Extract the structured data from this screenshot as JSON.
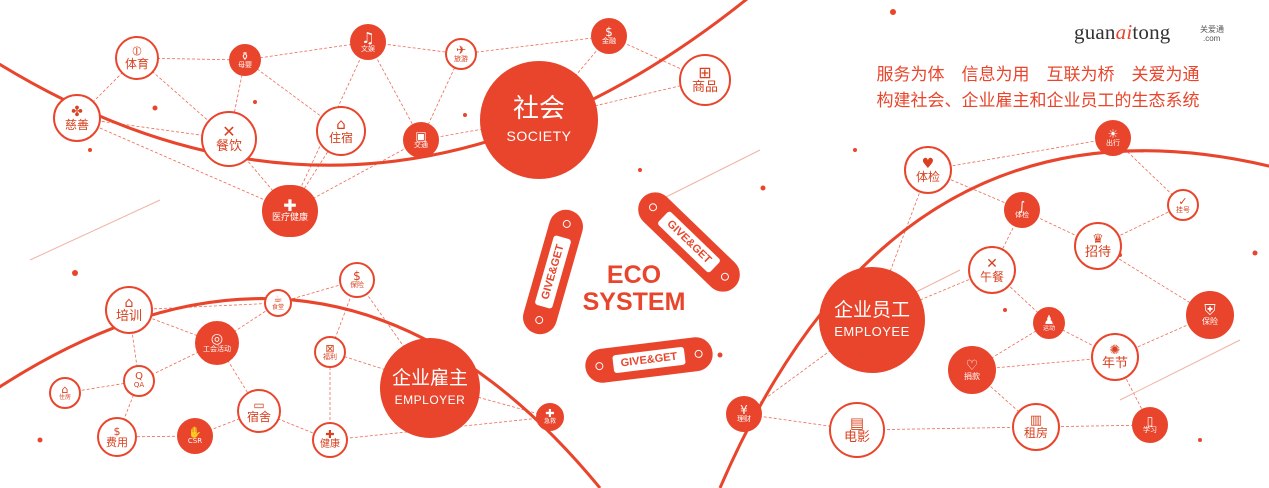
{
  "brand": {
    "name_left": "guan",
    "name_accent": "ai",
    "name_right": "tong",
    "cn": "关爱通",
    "com": ".com",
    "accent_color": "#e8452c"
  },
  "slogan": {
    "line1": "服务为体　信息为用　互联为桥　关爱为通",
    "line2": "构建社会、企业雇主和企业员工的生态系统"
  },
  "center": {
    "eco_line1": "ECO",
    "eco_line2": "SYSTEM",
    "capsules": [
      "GIVE&GET",
      "GIVE&GET",
      "GIVE&GET"
    ]
  },
  "society": {
    "hub_cn": "社会",
    "hub_en": "SOCIETY",
    "nodes": [
      {
        "label": "体育",
        "icon": "ping-pong-icon"
      },
      {
        "label": "母婴",
        "icon": "baby-bottle-icon"
      },
      {
        "label": "文娱",
        "icon": "music-note-icon"
      },
      {
        "label": "旅游",
        "icon": "airplane-icon"
      },
      {
        "label": "金融",
        "icon": "coins-icon"
      },
      {
        "label": "商品",
        "icon": "shopping-cart-icon"
      },
      {
        "label": "慈善",
        "icon": "clover-icon"
      },
      {
        "label": "餐饮",
        "icon": "cutlery-icon"
      },
      {
        "label": "住宿",
        "icon": "house-icon"
      },
      {
        "label": "交通",
        "icon": "train-icon"
      },
      {
        "label": "医疗健康",
        "icon": "first-aid-kit-icon"
      }
    ]
  },
  "employer": {
    "hub_cn": "企业雇主",
    "hub_en": "EMPLOYER",
    "nodes": [
      {
        "label": "培训",
        "icon": "bank-building-icon"
      },
      {
        "label": "食堂",
        "icon": "dining-icon"
      },
      {
        "label": "保险",
        "icon": "shield-money-icon"
      },
      {
        "label": "工会活动",
        "icon": "union-badge-icon"
      },
      {
        "label": "福利",
        "icon": "gift-box-icon"
      },
      {
        "label": "住房",
        "icon": "home-icon"
      },
      {
        "label": "QA",
        "icon": "q-and-a-icon"
      },
      {
        "label": "费用",
        "icon": "cash-icon"
      },
      {
        "label": "CSR",
        "icon": "handshake-icon"
      },
      {
        "label": "宿舍",
        "icon": "bed-icon"
      },
      {
        "label": "健康",
        "icon": "medical-bag-icon"
      },
      {
        "label": "急救",
        "icon": "red-cross-icon"
      }
    ]
  },
  "employee": {
    "hub_cn": "企业员工",
    "hub_en": "EMPLOYEE",
    "nodes": [
      {
        "label": "出行",
        "icon": "car-sun-icon"
      },
      {
        "label": "体检",
        "icon": "heart-pulse-icon"
      },
      {
        "label": "体检",
        "icon": "stethoscope-icon"
      },
      {
        "label": "挂号",
        "icon": "clipboard-icon"
      },
      {
        "label": "招待",
        "icon": "reception-icon"
      },
      {
        "label": "午餐",
        "icon": "cutlery-icon"
      },
      {
        "label": "保险",
        "icon": "shield-icon"
      },
      {
        "label": "运动",
        "icon": "walking-icon"
      },
      {
        "label": "年节",
        "icon": "firecracker-icon"
      },
      {
        "label": "捐款",
        "icon": "heart-dollar-icon"
      },
      {
        "label": "理财",
        "icon": "money-bag-icon"
      },
      {
        "label": "电影",
        "icon": "film-icon"
      },
      {
        "label": "租房",
        "icon": "building-icon"
      },
      {
        "label": "学习",
        "icon": "book-icon"
      }
    ]
  }
}
